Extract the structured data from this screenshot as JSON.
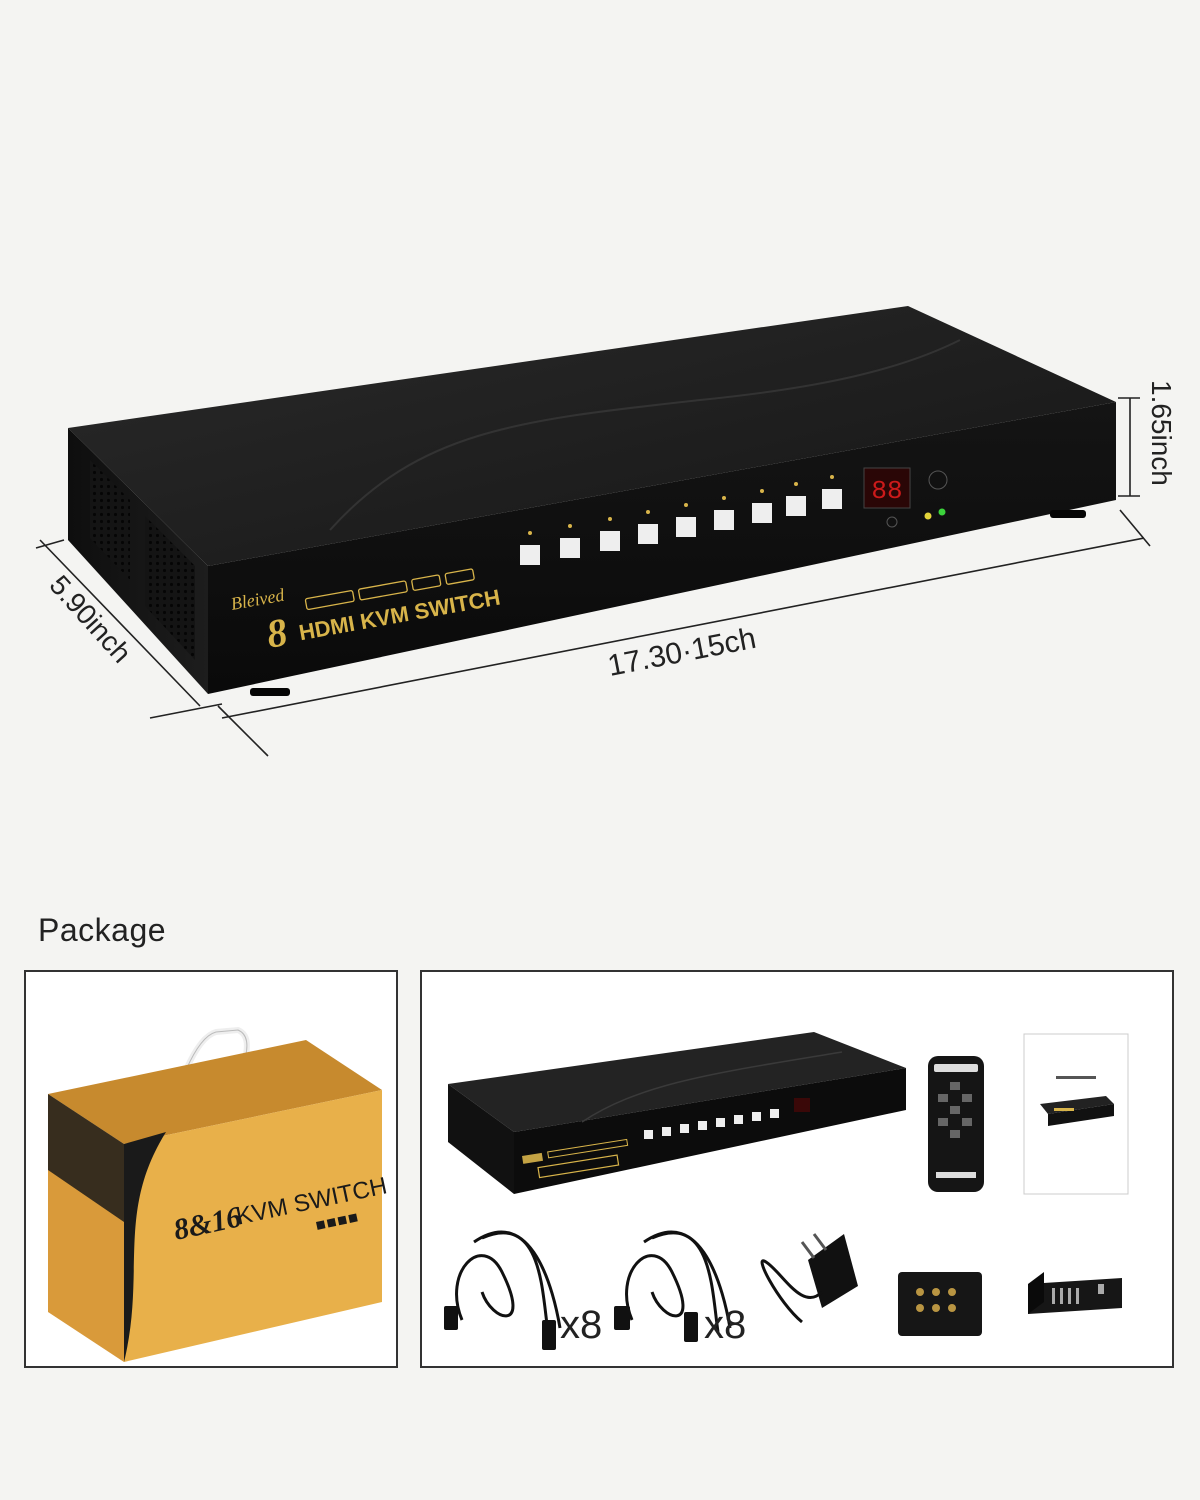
{
  "product": {
    "brand": "Bleived",
    "number": "8",
    "name": "HDMI KVM SWITCH",
    "display_digits": "88"
  },
  "dimensions": {
    "height": "1.65inch",
    "depth": "5.90inch",
    "width": "17.30·15ch"
  },
  "package": {
    "title": "Package",
    "box_label": "KVM SWITCH",
    "box_number": "8&16",
    "usb_cable_qty": "x8",
    "hdmi_cable_qty": "x8"
  },
  "icons": [
    "kvm-switch-icon",
    "remote-control-icon",
    "manual-icon",
    "usb-cable-icon",
    "hdmi-cable-icon",
    "power-adapter-icon",
    "wired-controller-icon",
    "rack-mount-bracket-icon",
    "gift-box-icon"
  ],
  "colors": {
    "device_body": "#1c1c1c",
    "gold_text": "#d8b44a",
    "box_gold": "#e8b04a",
    "display_red": "#cc1a1a",
    "led_green": "#3cd33c"
  }
}
